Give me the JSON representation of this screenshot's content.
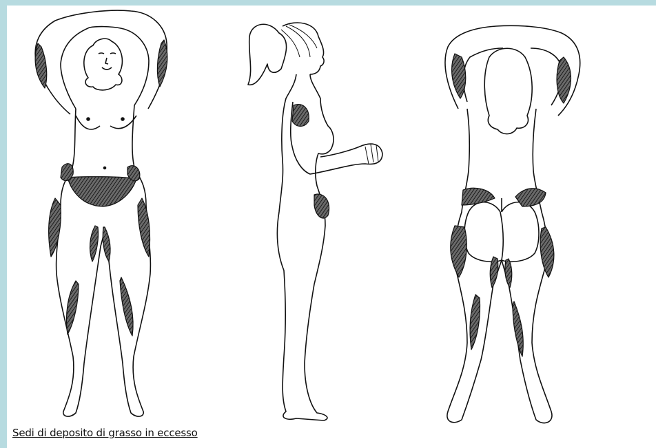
{
  "caption": "Sedi di deposito di grasso in eccesso",
  "colors": {
    "background": "#b7dbe0",
    "panel": "#ffffff",
    "outline": "#111111",
    "fat_deposit": "#555555"
  },
  "figures": [
    {
      "view": "front",
      "icon": "female-figure-front"
    },
    {
      "view": "side",
      "icon": "female-figure-side"
    },
    {
      "view": "back",
      "icon": "female-figure-back"
    }
  ]
}
